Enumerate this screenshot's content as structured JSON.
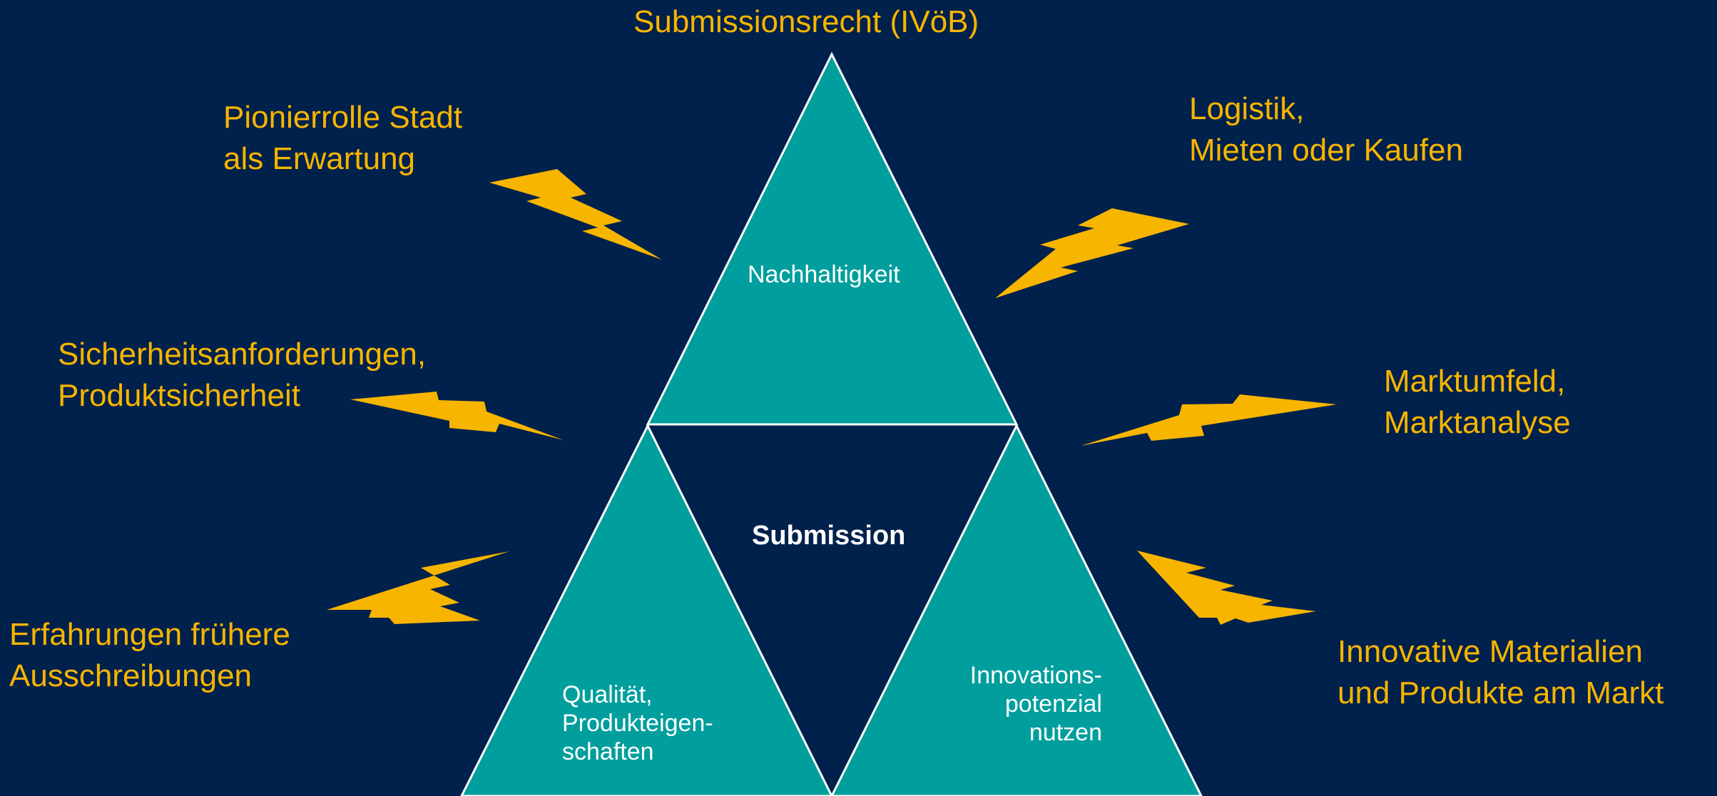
{
  "diagram": {
    "top_label": "Submissionsrecht (IVöB)",
    "center_label": "Submission",
    "triangles": {
      "top": "Nachhaltigkeit",
      "bottom_left": "Qualität,\nProdukteigen-\nschaften",
      "bottom_right": "Innovations-\npotenzial\nnutzen"
    },
    "factors": {
      "left_1": "Pionierrolle Stadt\nals Erwartung",
      "left_2": "Sicherheitsanforderungen,\nProduktsicherheit",
      "left_3": "Erfahrungen frühere\nAusschreibungen",
      "right_1": "Logistik,\nMieten oder Kaufen",
      "right_2": "Marktumfeld,\nMarktanalyse",
      "right_3": "Innovative Materialien\nund Produkte am Markt"
    },
    "icons": {
      "bolt": "lightning-bolt-icon"
    },
    "colors": {
      "background": "#00214b",
      "triangle_fill": "#009e9d",
      "triangle_stroke": "#ffffff",
      "accent": "#f7b500"
    }
  }
}
